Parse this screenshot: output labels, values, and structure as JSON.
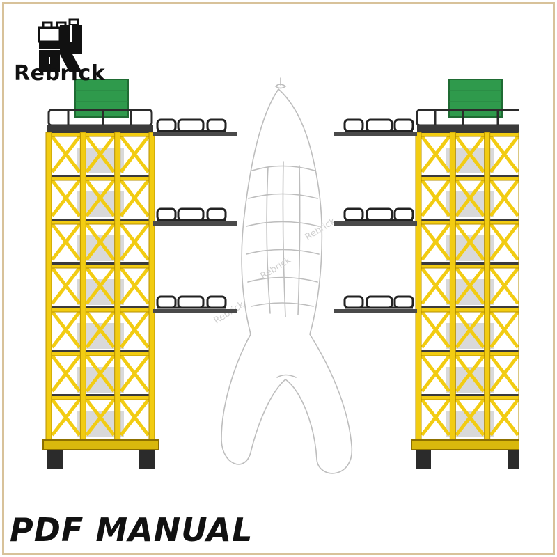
{
  "brand": {
    "name": "Rebrick",
    "logo_icon": "brick-r-logo-icon"
  },
  "footer": {
    "label": "PDF MANUAL"
  },
  "watermarks": [
    "Rebrick",
    "Rebrick",
    "Rebrick"
  ],
  "colors": {
    "frame": "#d8c29a",
    "tower_yellow": "#f2cc12",
    "tower_yellow_dark": "#b58f00",
    "tower_dark": "#3a3a3a",
    "cabin_green": "#2f9a4c",
    "sketch_line": "#b8b8b8"
  },
  "illustration": {
    "left_tower": "launch-tower-left",
    "right_tower": "launch-tower-right",
    "center_sketch": "rocket-sketch"
  }
}
